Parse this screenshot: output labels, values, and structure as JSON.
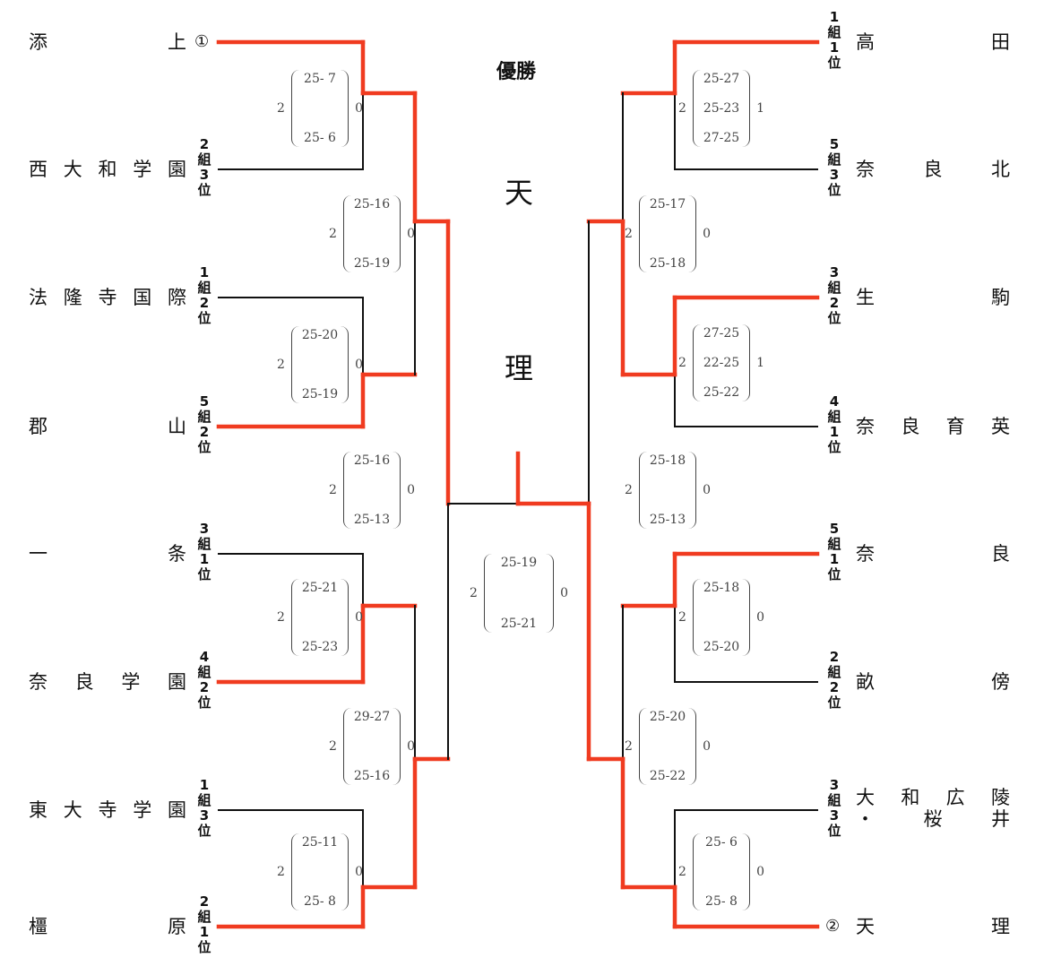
{
  "title": "優勝",
  "champion": [
    "天",
    "理"
  ],
  "colors": {
    "winner_line": "#f03b20",
    "loser_line": "#111111"
  },
  "left_teams": [
    {
      "name": [
        "添",
        "上"
      ],
      "seed_mark": "①",
      "group": [],
      "won_r1": true
    },
    {
      "name": [
        "西",
        "大",
        "和",
        "学",
        "園"
      ],
      "group": [
        "2",
        "組",
        "3",
        "位"
      ],
      "won_r1": false
    },
    {
      "name": [
        "法",
        "隆",
        "寺",
        "国",
        "際"
      ],
      "group": [
        "1",
        "組",
        "2",
        "位"
      ],
      "won_r1": false
    },
    {
      "name": [
        "郡",
        "山"
      ],
      "group": [
        "5",
        "組",
        "2",
        "位"
      ],
      "won_r1": true
    },
    {
      "name": [
        "一",
        "条"
      ],
      "group": [
        "3",
        "組",
        "1",
        "位"
      ],
      "won_r1": false
    },
    {
      "name": [
        "奈",
        "良",
        "学",
        "園"
      ],
      "group": [
        "4",
        "組",
        "2",
        "位"
      ],
      "won_r1": true
    },
    {
      "name": [
        "東",
        "大",
        "寺",
        "学",
        "園"
      ],
      "group": [
        "1",
        "組",
        "3",
        "位"
      ],
      "won_r1": false
    },
    {
      "name": [
        "橿",
        "原"
      ],
      "group": [
        "2",
        "組",
        "1",
        "位"
      ],
      "won_r1": true
    }
  ],
  "right_teams": [
    {
      "name": [
        "高",
        "田"
      ],
      "group": [
        "1",
        "組",
        "1",
        "位"
      ],
      "won_r1": true
    },
    {
      "name": [
        "奈",
        "良",
        "北"
      ],
      "group": [
        "5",
        "組",
        "3",
        "位"
      ],
      "won_r1": false
    },
    {
      "name": [
        "生",
        "駒"
      ],
      "group": [
        "3",
        "組",
        "2",
        "位"
      ],
      "won_r1": true
    },
    {
      "name": [
        "奈",
        "良",
        "育",
        "英"
      ],
      "group": [
        "4",
        "組",
        "1",
        "位"
      ],
      "won_r1": false
    },
    {
      "name": [
        "奈",
        "良"
      ],
      "group": [
        "5",
        "組",
        "1",
        "位"
      ],
      "won_r1": true
    },
    {
      "name": [
        "畝",
        "傍"
      ],
      "group": [
        "2",
        "組",
        "2",
        "位"
      ],
      "won_r1": false
    },
    {
      "name": [
        "大",
        "和",
        "広",
        "陵"
      ],
      "name_line2": [
        "・",
        "桜",
        "井"
      ],
      "group": [
        "3",
        "組",
        "3",
        "位"
      ],
      "won_r1": false
    },
    {
      "name": [
        "天",
        "理"
      ],
      "seed_mark": "②",
      "group": [],
      "won_r1": true
    }
  ],
  "scores": {
    "left_r1": [
      {
        "winner_sets": "2",
        "loser_sets": "0",
        "sets": [
          "25- 7",
          "25- 6"
        ]
      },
      {
        "winner_sets": "2",
        "loser_sets": "0",
        "sets": [
          "25-20",
          "25-19"
        ]
      },
      {
        "winner_sets": "2",
        "loser_sets": "0",
        "sets": [
          "25-21",
          "25-23"
        ]
      },
      {
        "winner_sets": "2",
        "loser_sets": "0",
        "sets": [
          "25-11",
          "25- 8"
        ]
      }
    ],
    "left_r2": [
      {
        "winner_sets": "2",
        "loser_sets": "0",
        "sets": [
          "25-16",
          "25-19"
        ]
      },
      {
        "winner_sets": "2",
        "loser_sets": "0",
        "sets": [
          "29-27",
          "25-16"
        ]
      }
    ],
    "left_r3": {
      "winner_sets": "2",
      "loser_sets": "0",
      "sets": [
        "25-16",
        "25-13"
      ]
    },
    "right_r1": [
      {
        "winner_sets": "2",
        "loser_sets": "1",
        "sets": [
          "25-27",
          "25-23",
          "27-25"
        ]
      },
      {
        "winner_sets": "2",
        "loser_sets": "1",
        "sets": [
          "27-25",
          "22-25",
          "25-22"
        ]
      },
      {
        "winner_sets": "2",
        "loser_sets": "0",
        "sets": [
          "25-18",
          "25-20"
        ]
      },
      {
        "winner_sets": "2",
        "loser_sets": "0",
        "sets": [
          "25- 6",
          "25- 8"
        ]
      }
    ],
    "right_r2": [
      {
        "winner_sets": "2",
        "loser_sets": "0",
        "sets": [
          "25-17",
          "25-18"
        ]
      },
      {
        "winner_sets": "2",
        "loser_sets": "0",
        "sets": [
          "25-20",
          "25-22"
        ]
      }
    ],
    "right_r3": {
      "winner_sets": "2",
      "loser_sets": "0",
      "sets": [
        "25-18",
        "25-13"
      ]
    },
    "final": {
      "winner_sets": "2",
      "loser_sets": "0",
      "sets": [
        "25-19",
        "25-21"
      ]
    }
  }
}
